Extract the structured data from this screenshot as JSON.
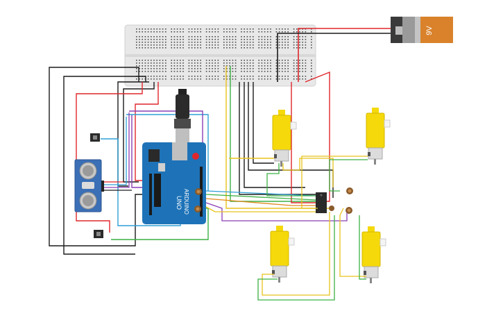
{
  "battery": {
    "label": "9V",
    "body_color": "#8a8a8a",
    "label_color": "#d9822b",
    "cap_color": "#3a3a3a"
  },
  "arduino": {
    "uno_label": "UNO",
    "brand_label": "ARDUINO",
    "board_color": "#1e73b8"
  },
  "breadboard": {
    "color": "#e8e8e8",
    "hole_color": "#4a4a4a"
  },
  "motors": {
    "body_color": "#f5d90a",
    "count": 4
  },
  "wire_colors": {
    "red": "#e0262b",
    "black": "#1a1a1a",
    "yellow": "#e8c21a",
    "green": "#3cb043",
    "blue": "#2e9fd6",
    "purple": "#8a3fb5",
    "orange": "#e08a1e",
    "brown": "#8a5a2b"
  }
}
